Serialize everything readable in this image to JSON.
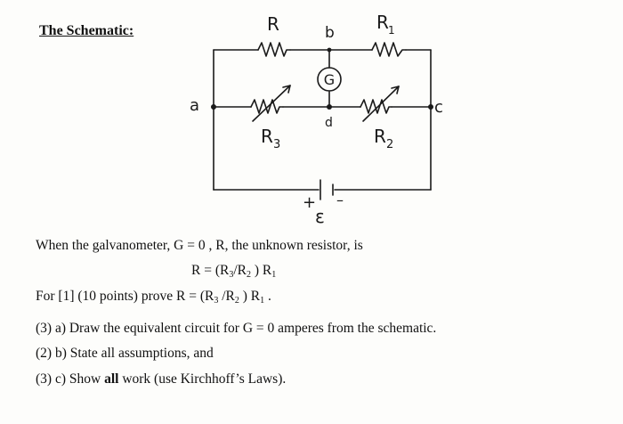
{
  "heading": "The Schematic:",
  "circuit": {
    "labels": {
      "R": "R",
      "b": "b",
      "R1": "R",
      "R1_sub": "1",
      "G": "G",
      "a": "a",
      "d": "d",
      "c": "c",
      "R3": "R",
      "R3_sub": "3",
      "R2": "R",
      "R2_sub": "2",
      "plus": "+",
      "minus": "–",
      "emf": "ε"
    }
  },
  "text": {
    "line1": "When the galvanometer, G = 0 , R, the unknown resistor, is",
    "formula": {
      "lhs": "R = (R",
      "s3": "3",
      "mid": "/R",
      "s2": "2",
      "close": " ) R",
      "s1": "1"
    },
    "line3": {
      "pre": "For [1] (10 points) prove  R = (R",
      "s3": "3",
      "mid": " /R",
      "s2": "2",
      "close": " ) R",
      "s1": "1",
      "end": " ."
    },
    "item_a": "(3)  a)  Draw the equivalent circuit for G = 0 amperes from the schematic.",
    "item_b": "(2)  b)  State all assumptions, and",
    "item_c": {
      "pre": "(3)  c)  Show ",
      "bold": "all",
      "post": " work (use Kirchhoff’s Laws)."
    }
  }
}
